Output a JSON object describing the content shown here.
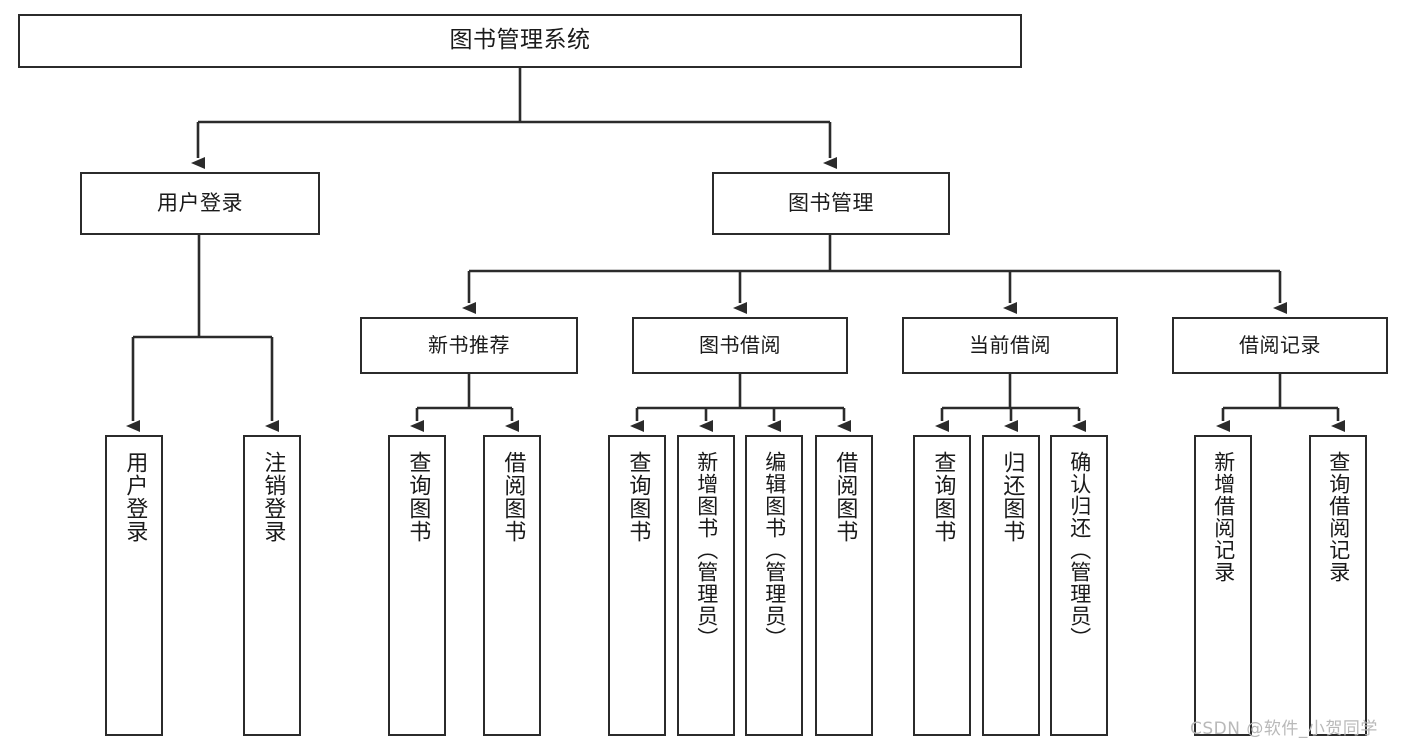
{
  "diagram": {
    "type": "tree",
    "title": "图书管理系统",
    "root": {
      "label": "图书管理系统"
    },
    "tier1": [
      {
        "label": "用户登录"
      },
      {
        "label": "图书管理"
      }
    ],
    "tier2": [
      {
        "label": "新书推荐"
      },
      {
        "label": "图书借阅"
      },
      {
        "label": "当前借阅"
      },
      {
        "label": "借阅记录"
      }
    ],
    "leaves": [
      {
        "label": "用户登录",
        "parent": "用户登录"
      },
      {
        "label": "注销登录",
        "parent": "用户登录"
      },
      {
        "label": "查询图书",
        "parent": "新书推荐"
      },
      {
        "label": "借阅图书",
        "parent": "新书推荐"
      },
      {
        "label": "查询图书",
        "parent": "图书借阅"
      },
      {
        "label": "新增图书（管理员）",
        "parent": "图书借阅"
      },
      {
        "label": "编辑图书（管理员）",
        "parent": "图书借阅"
      },
      {
        "label": "借阅图书",
        "parent": "图书借阅"
      },
      {
        "label": "查询图书",
        "parent": "当前借阅"
      },
      {
        "label": "归还图书",
        "parent": "当前借阅"
      },
      {
        "label": "确认归还（管理员）",
        "parent": "当前借阅"
      },
      {
        "label": "新增借阅记录",
        "parent": "借阅记录"
      },
      {
        "label": "查询借阅记录",
        "parent": "借阅记录"
      }
    ]
  },
  "watermark": {
    "text": "CSDN @软件_小贺同学"
  },
  "colors": {
    "stroke": "#2b2b2b",
    "fill": "#ffffff",
    "text": "#1a1a1a",
    "watermark": "#b9b9b9",
    "background": "#ffffff"
  }
}
